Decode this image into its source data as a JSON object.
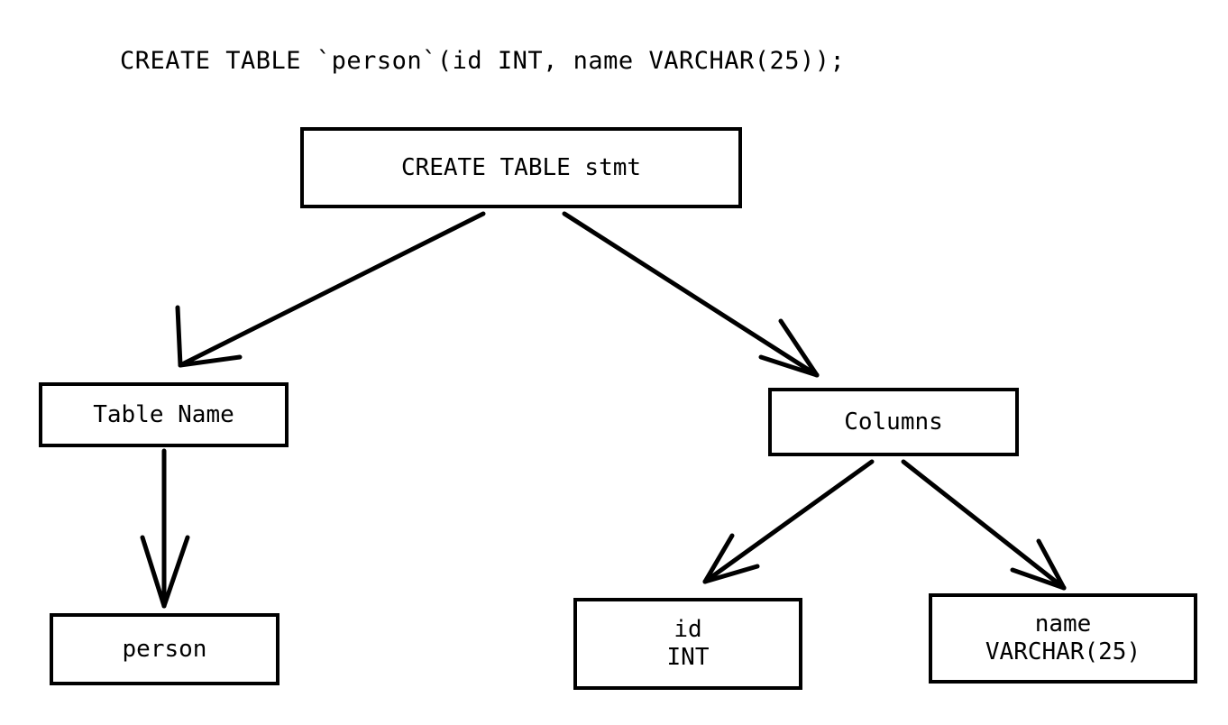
{
  "diagram": {
    "title_statement": "CREATE TABLE `person`(id INT, name VARCHAR(25));",
    "type": "parse-tree",
    "stroke_color": "#000000",
    "background_color": "#ffffff",
    "node_fill_color": "#ffffff",
    "nodes": {
      "root": {
        "label": "CREATE TABLE stmt"
      },
      "table_name": {
        "label": "Table Name"
      },
      "columns": {
        "label": "Columns"
      },
      "person": {
        "label": "person"
      },
      "col_id": {
        "line1": "id",
        "line2": "INT"
      },
      "col_name": {
        "line1": "name",
        "line2": "VARCHAR(25)"
      }
    },
    "edges": [
      {
        "from": "root",
        "to": "table_name",
        "arrowhead": "open-v"
      },
      {
        "from": "root",
        "to": "columns",
        "arrowhead": "open-v"
      },
      {
        "from": "table_name",
        "to": "person",
        "arrowhead": "open-v"
      },
      {
        "from": "columns",
        "to": "col_id",
        "arrowhead": "open-v"
      },
      {
        "from": "columns",
        "to": "col_name",
        "arrowhead": "open-v"
      }
    ]
  }
}
